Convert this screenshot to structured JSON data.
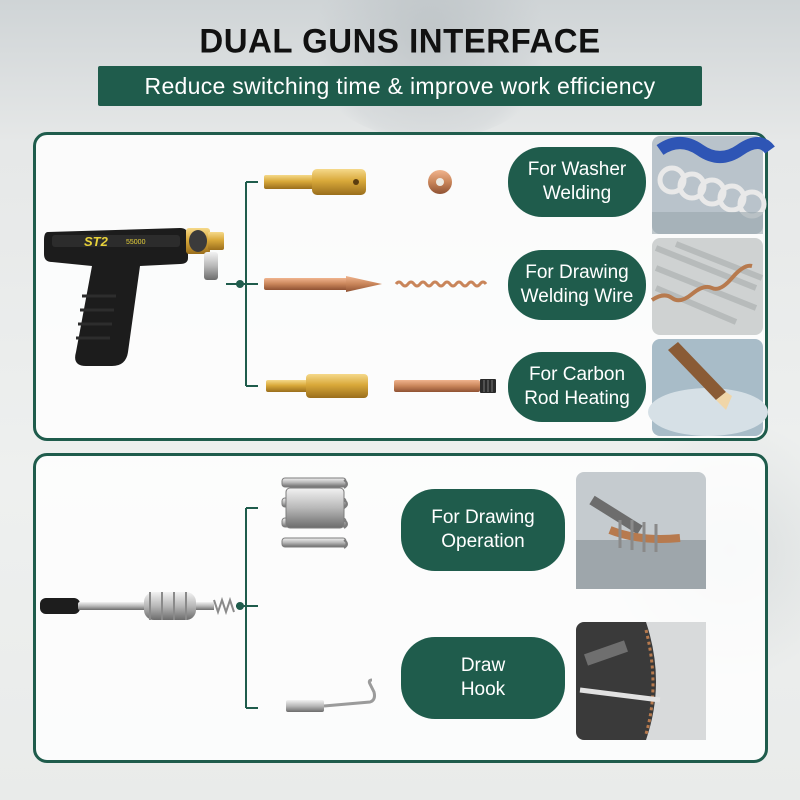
{
  "title": "DUAL GUNS INTERFACE",
  "subtitle": "Reduce switching time & improve work efficiency",
  "gun_label": "ST2",
  "gun_model": "55000",
  "top_section": {
    "items": [
      {
        "line1": "For Washer",
        "line2": "Welding"
      },
      {
        "line1": "For Drawing",
        "line2": "Welding Wire"
      },
      {
        "line1": "For Carbon",
        "line2": "Rod Heating"
      }
    ]
  },
  "bottom_section": {
    "items": [
      {
        "line1": "For Drawing",
        "line2": "Operation"
      },
      {
        "line1": "Draw",
        "line2": "Hook"
      }
    ]
  },
  "colors": {
    "accent": "#1f5c4c",
    "brass": "#d9a93a",
    "copper": "#c9855a"
  }
}
